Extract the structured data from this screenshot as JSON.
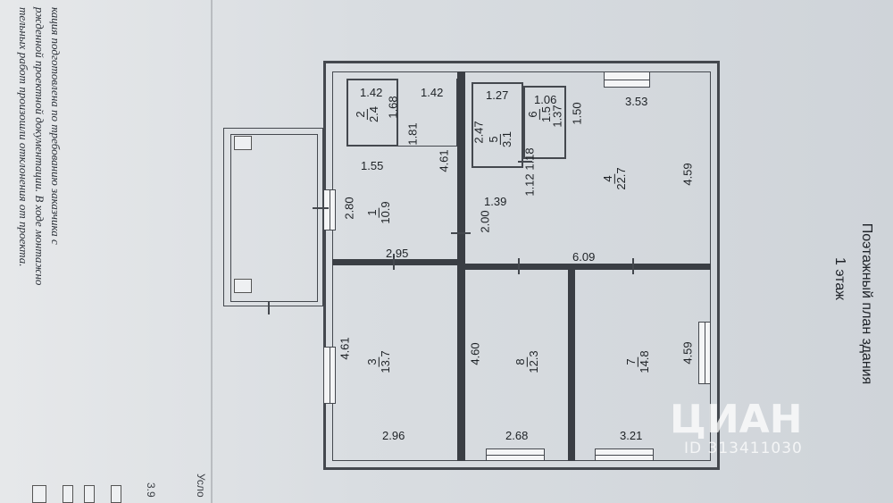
{
  "title": {
    "line1": "Поэтажный план здания",
    "line2": "1 этаж"
  },
  "side_note": [
    "кация подготовлена  по требованию заказчика с",
    "ржденной проектной документации. В ходе монтажно",
    "тельных работ произошли отклонения от проекта."
  ],
  "rooms": [
    {
      "id": "r1",
      "number": "1",
      "area": "10.9"
    },
    {
      "id": "r2",
      "number": "2",
      "area": "2.4"
    },
    {
      "id": "r3",
      "number": "3",
      "area": "13.7"
    },
    {
      "id": "r4",
      "number": "4",
      "area": "22.7"
    },
    {
      "id": "r5",
      "number": "5",
      "area": "3.1"
    },
    {
      "id": "r6",
      "number": "6",
      "area": "1.5"
    },
    {
      "id": "r7",
      "number": "7",
      "area": "14.8"
    },
    {
      "id": "r8",
      "number": "8",
      "area": "12.3"
    }
  ],
  "dimensions": {
    "d142a": "1.42",
    "d168": "1.68",
    "d142b": "1.42",
    "d181": "1.81",
    "d155": "1.55",
    "d461a": "4.61",
    "d280": "2.80",
    "d295": "2.95",
    "d127": "1.27",
    "d247": "2.47",
    "d106": "1.06",
    "d137": "1.37",
    "d150": "1.50",
    "d353": "3.53",
    "d118": "1.18",
    "d112": "1.12",
    "d139": "1.39",
    "d200": "2.00",
    "d459a": "4.59",
    "d609": "6.09",
    "d461b": "4.61",
    "d460": "4.60",
    "d459b": "4.59",
    "d296": "2.96",
    "d268": "2.68",
    "d321": "3.21"
  },
  "watermark": {
    "logo": "ЦИАН",
    "id": "ID 313411030"
  },
  "bottom_fragments": {
    "f1": "Усло",
    "f2": "3.9"
  }
}
